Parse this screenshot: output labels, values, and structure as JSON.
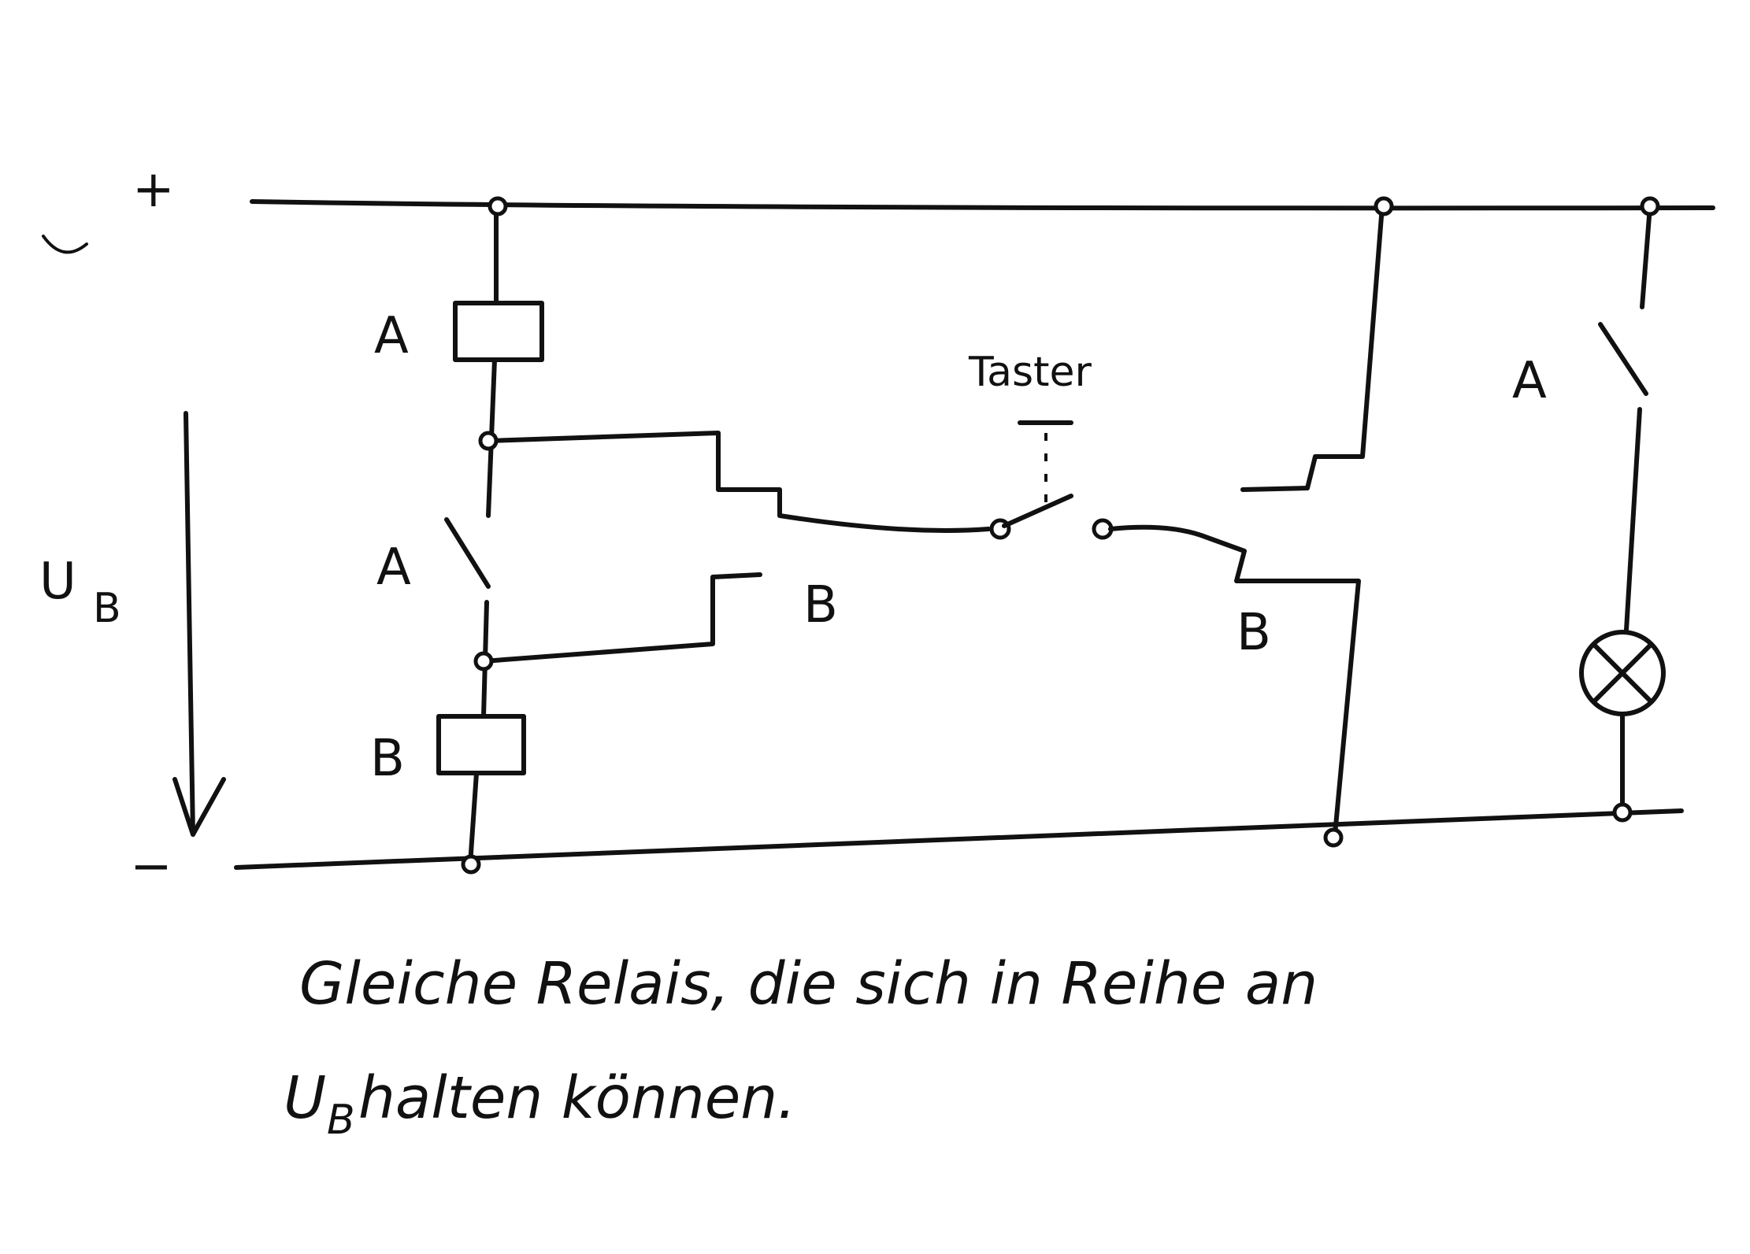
{
  "diagram": {
    "rail_plus_label": "+",
    "rail_minus_label": "−",
    "voltage_label": "U",
    "voltage_sub": "B",
    "relay_a_coil_label": "A",
    "relay_b_coil_label": "B",
    "contact_a_left_label": "A",
    "contact_b_left_label": "B",
    "contact_b_right_label": "B",
    "contact_a_lamp_label": "A",
    "pushbutton_label": "Taster",
    "note_line1": "Gleiche Relais, die sich in Reihe an",
    "note_line2_prefix": "U",
    "note_line2_sub": "B",
    "note_line2_rest": " halten können."
  }
}
